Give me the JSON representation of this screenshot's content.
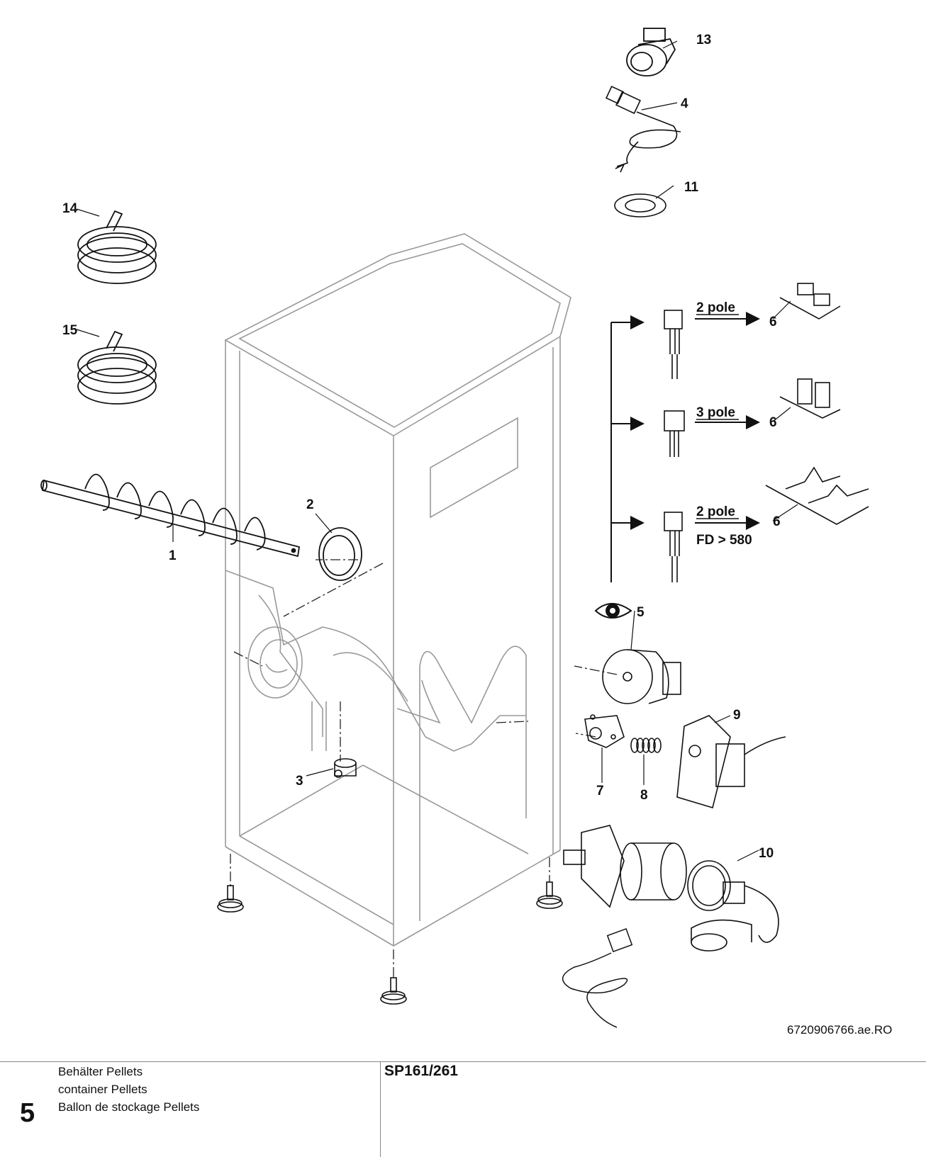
{
  "drawing": {
    "id_code": "6720906766.ae.RO",
    "part_labels": {
      "p1": "1",
      "p2": "2",
      "p3": "3",
      "p4": "4",
      "p5": "5",
      "p6a": "6",
      "p6b": "6",
      "p6c": "6",
      "p7": "7",
      "p8": "8",
      "p9": "9",
      "p10": "10",
      "p11": "11",
      "p13": "13",
      "p14": "14",
      "p15": "15"
    },
    "variants": {
      "v1": "2 pole",
      "v2": "3 pole",
      "v3": "2 pole",
      "v3_note": "FD > 580"
    }
  },
  "footer": {
    "section_number": "5",
    "title_de": "Behälter Pellets",
    "title_en": "container Pellets",
    "title_fr": "Ballon de stockage Pellets",
    "model": "SP161/261"
  }
}
